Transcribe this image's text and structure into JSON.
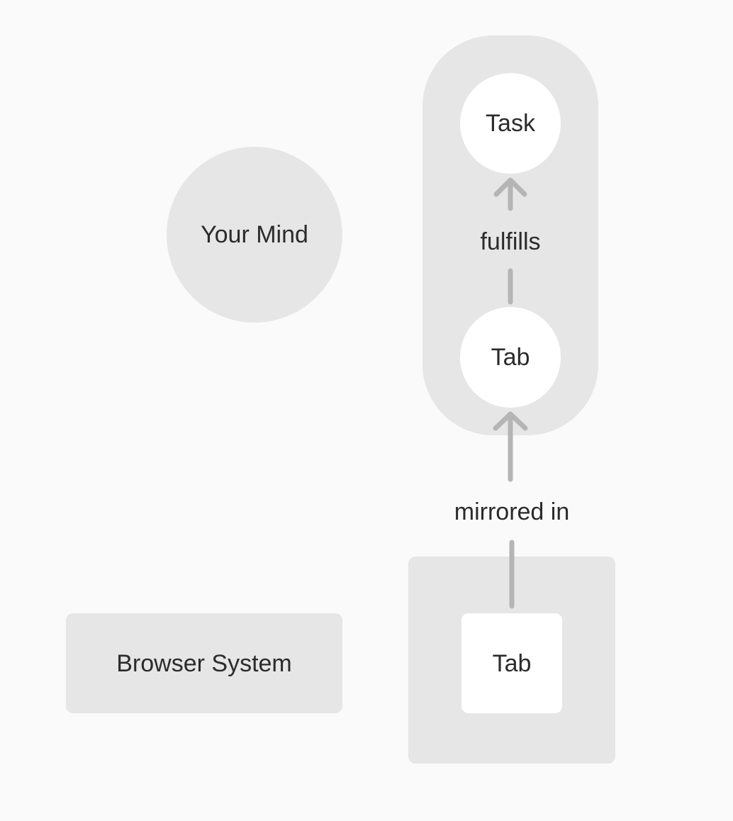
{
  "nodes": {
    "your_mind": "Your Mind",
    "task": "Task",
    "mental_tab": "Tab",
    "browser_system": "Browser System",
    "browser_tab": "Tab"
  },
  "edges": {
    "fulfills": "fulfills",
    "mirrored_in": "mirrored in"
  },
  "colors": {
    "background": "#fafafa",
    "container_fill": "#e6e6e6",
    "node_fill": "#ffffff",
    "connector": "#b5b5b5",
    "text": "#2b2b2b"
  }
}
